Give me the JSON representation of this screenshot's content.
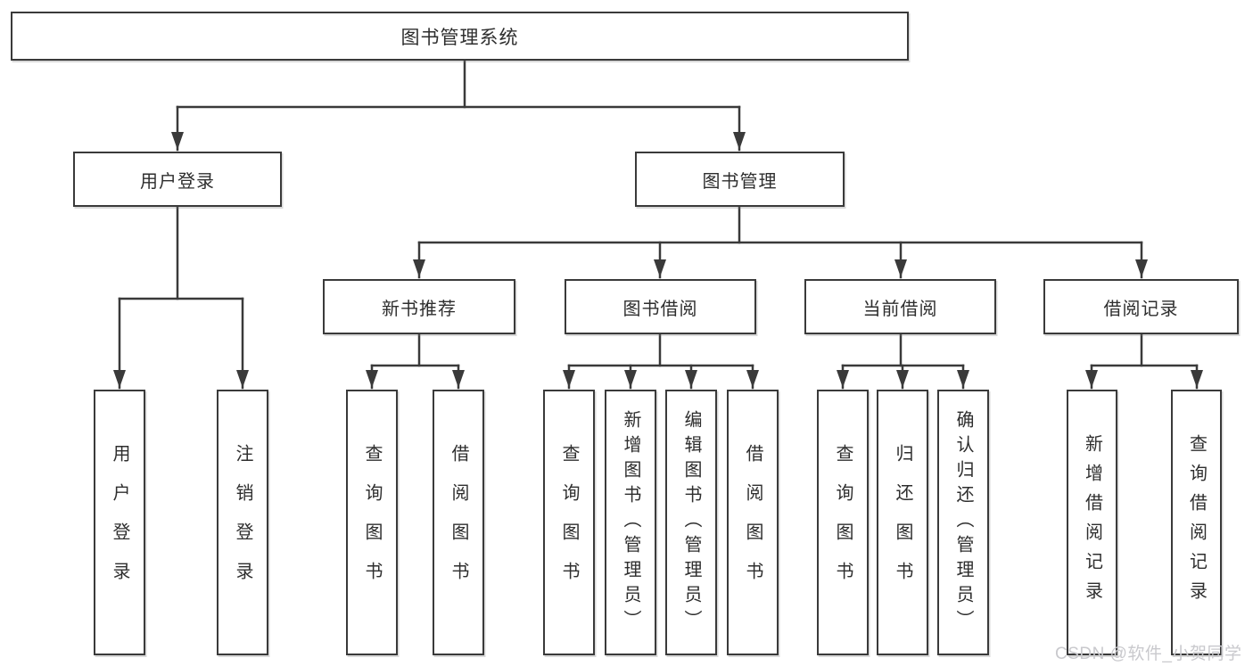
{
  "nodes": {
    "root": {
      "label": "图书管理系统"
    },
    "user_login": {
      "label": "用户登录"
    },
    "book_management": {
      "label": "图书管理"
    },
    "new_book_recommend": {
      "label": "新书推荐"
    },
    "book_borrowing": {
      "label": "图书借阅"
    },
    "current_borrowing": {
      "label": "当前借阅"
    },
    "borrowing_records": {
      "label": "借阅记录"
    },
    "leaf_user_login": {
      "label": "用户登录"
    },
    "leaf_logout": {
      "label": "注销登录"
    },
    "leaf_query_books_1": {
      "label": "查询图书"
    },
    "leaf_borrow_books_1": {
      "label": "借阅图书"
    },
    "leaf_query_books_2": {
      "label": "查询图书"
    },
    "leaf_add_books_admin": {
      "label": "新增图书（管理员）"
    },
    "leaf_edit_books_admin": {
      "label": "编辑图书（管理员）"
    },
    "leaf_borrow_books_2": {
      "label": "借阅图书"
    },
    "leaf_query_books_3": {
      "label": "查询图书"
    },
    "leaf_return_books": {
      "label": "归还图书"
    },
    "leaf_confirm_return_admin": {
      "label": "确认归还（管理员）"
    },
    "leaf_add_borrow_record": {
      "label": "新增借阅记录"
    },
    "leaf_query_borrow_record": {
      "label": "查询借阅记录"
    }
  },
  "hierarchy": {
    "图书管理系统": [
      "用户登录",
      "图书管理"
    ],
    "用户登录": [
      "用户登录",
      "注销登录"
    ],
    "图书管理": [
      "新书推荐",
      "图书借阅",
      "当前借阅",
      "借阅记录"
    ],
    "新书推荐": [
      "查询图书",
      "借阅图书"
    ],
    "图书借阅": [
      "查询图书",
      "新增图书（管理员）",
      "编辑图书（管理员）",
      "借阅图书"
    ],
    "当前借阅": [
      "查询图书",
      "归还图书",
      "确认归还（管理员）"
    ],
    "借阅记录": [
      "新增借阅记录",
      "查询借阅记录"
    ]
  },
  "watermark": {
    "text": "CSDN @软件_小贺同学"
  },
  "colors": {
    "box_border": "#3a3a3a",
    "connector_line": "#3a3a3a",
    "text": "#2e2e2e",
    "watermark_text": "#c9c9cd",
    "background": "#ffffff"
  }
}
